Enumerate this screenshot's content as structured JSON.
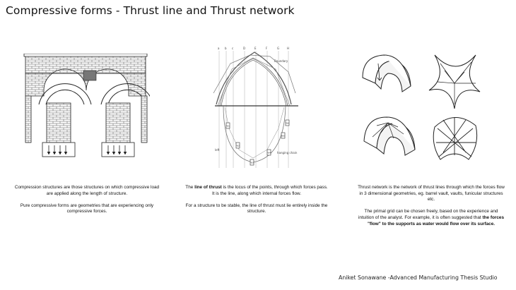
{
  "title": "Compressive forms - Thrust line and Thrust network",
  "col1": {
    "p1": "Compression structures are those structures on which compressive load are applied along the length of structure.",
    "p2": "Pure compressive forms are geometries that are experiencing only compressive forces."
  },
  "col2": {
    "p1_pre": "The ",
    "p1_bold": "line of thrust",
    "p1_post": " is the locus of the points, through which forces pass. It is the line, along which internal forces flow.",
    "p2": "For a structure to be stable, the line of thrust must lie entirely inside the structure."
  },
  "col3": {
    "p1": "Thrust network is the network of thrust lines through which the forces flow in 3 dimensional geometries, eg. barrel vault, vaults, funicular structures etc.",
    "p2_pre": "The primal grid can be chosen freely, based on the experience and intuition of the analyst. For example, it is often suggested that ",
    "p2_bold": "the forces \"flow\" to the supports as water would flow over its surface."
  },
  "diagram": {
    "top_letters": [
      "a",
      "b",
      "c",
      "D",
      "E",
      "F",
      "G",
      "H"
    ],
    "label_boundary": "Boundary",
    "label_hanging": "hanging chain",
    "label_left": "left",
    "weights": [
      "W1",
      "W2",
      "W3",
      "W4",
      "W5",
      "W6"
    ]
  },
  "footer": "Aniket Sonawane -Advanced Manufacturing Thesis Studio"
}
